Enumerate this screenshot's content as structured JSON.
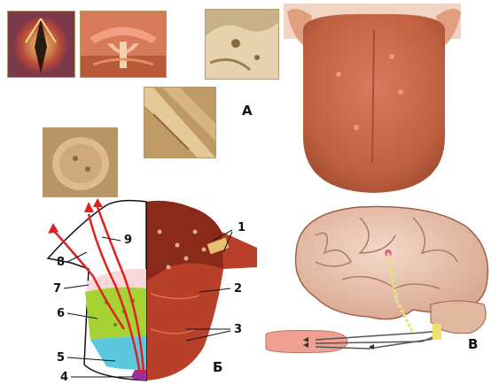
{
  "panels": {
    "a": {
      "label": "А"
    },
    "b": {
      "label": "Б"
    },
    "c": {
      "label": "В"
    }
  },
  "numbers": {
    "n1": "1",
    "n2": "2",
    "n3": "3",
    "n4": "4",
    "n5": "5",
    "n6": "6",
    "n7": "7",
    "n8": "8",
    "n9": "9"
  },
  "colors": {
    "tongue": "#c85a3c",
    "zone_bitter": "#c41a3b",
    "zone_sour": "#a6d234",
    "zone_salty": "#5bc8e0",
    "zone_sweet": "#9a2fa0",
    "nerve_arrow": "#e02020"
  }
}
